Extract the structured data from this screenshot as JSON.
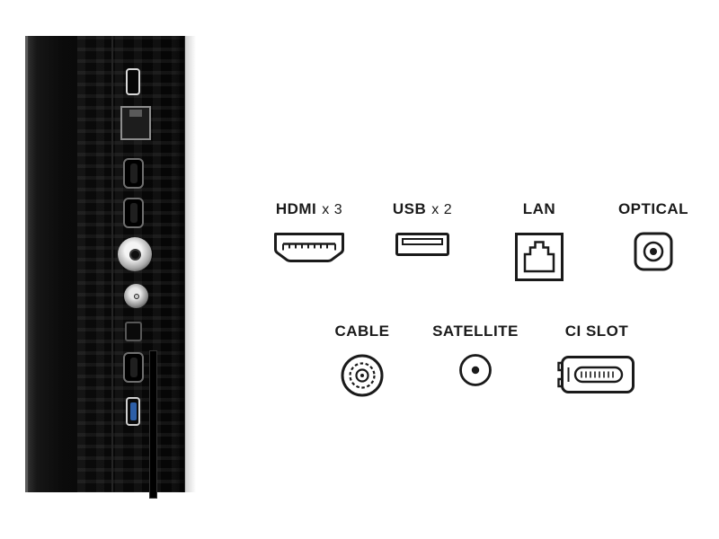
{
  "colors": {
    "background": "#ffffff",
    "ink": "#1a1a1a",
    "usb3_blue": "#2d5fa8"
  },
  "legend": {
    "row1": [
      {
        "id": "hdmi",
        "label": "HDMI",
        "suffix": "x 3"
      },
      {
        "id": "usb",
        "label": "USB",
        "suffix": "x 2"
      },
      {
        "id": "lan",
        "label": "LAN",
        "suffix": ""
      },
      {
        "id": "optical",
        "label": "OPTICAL",
        "suffix": ""
      }
    ],
    "row2": [
      {
        "id": "cable",
        "label": "CABLE",
        "suffix": ""
      },
      {
        "id": "satellite",
        "label": "SATELLITE",
        "suffix": ""
      },
      {
        "id": "ci_slot",
        "label": "CI SLOT",
        "suffix": ""
      }
    ]
  },
  "photo": {
    "description": "black TV side panel with connector ports",
    "ports_top_to_bottom": [
      "USB",
      "LAN",
      "HDMI",
      "HDMI",
      "CABLE",
      "SATELLITE",
      "OPTICAL",
      "HDMI",
      "USB"
    ]
  }
}
